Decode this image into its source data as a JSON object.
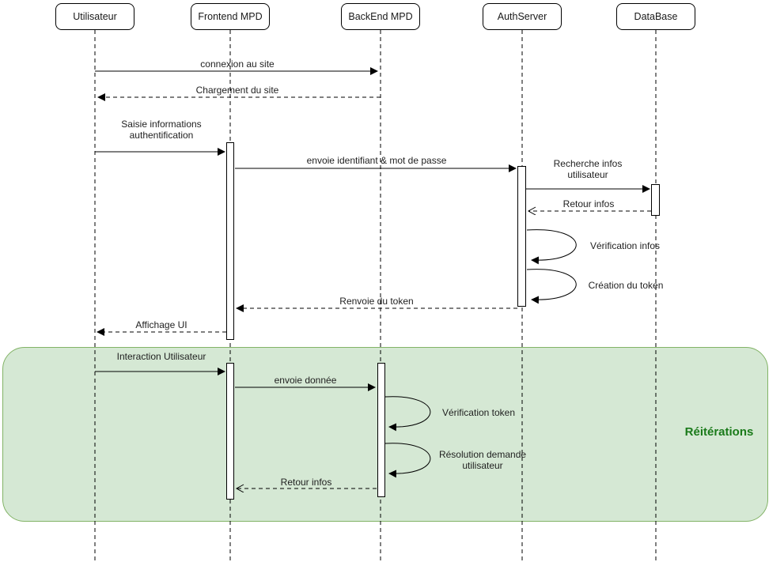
{
  "diagram": {
    "actors": [
      {
        "name": "utilisateur",
        "label": "Utilisateur"
      },
      {
        "name": "frontend",
        "label": "Frontend MPD"
      },
      {
        "name": "backend",
        "label": "BackEnd MPD"
      },
      {
        "name": "authserver",
        "label": "AuthServer"
      },
      {
        "name": "database",
        "label": "DataBase"
      }
    ],
    "messages": [
      {
        "label": "connexion au site",
        "type": "sync-solid-arrow"
      },
      {
        "label": "Chargement du site",
        "type": "return-dashed"
      },
      {
        "label": "Saisie informations\nauthentification",
        "type": "sync-solid-arrow"
      },
      {
        "label": "envoie identifiant & mot de passe",
        "type": "sync-solid-arrow"
      },
      {
        "label": "Recherche infos\nutilisateur",
        "type": "sync-solid-arrow"
      },
      {
        "label": "Retour infos",
        "type": "return-dashed-open"
      },
      {
        "label": "Vérification infos",
        "type": "self-loop"
      },
      {
        "label": "Création du token",
        "type": "self-loop"
      },
      {
        "label": "Renvoie du token",
        "type": "return-dashed"
      },
      {
        "label": "Affichage UI",
        "type": "return-dashed"
      },
      {
        "label": "Interaction Utilisateur",
        "type": "sync-solid-arrow"
      },
      {
        "label": "envoie donnée",
        "type": "sync-solid-arrow"
      },
      {
        "label": "Vérification token",
        "type": "self-loop"
      },
      {
        "label": "Résolution demande\nutilisateur",
        "type": "self-loop"
      },
      {
        "label": "Retour infos",
        "type": "return-dashed-open"
      }
    ],
    "group": {
      "label": "Réitérations",
      "fill": "#d5e8d4",
      "stroke": "#82b366",
      "text_color": "#1a7a1a"
    }
  }
}
